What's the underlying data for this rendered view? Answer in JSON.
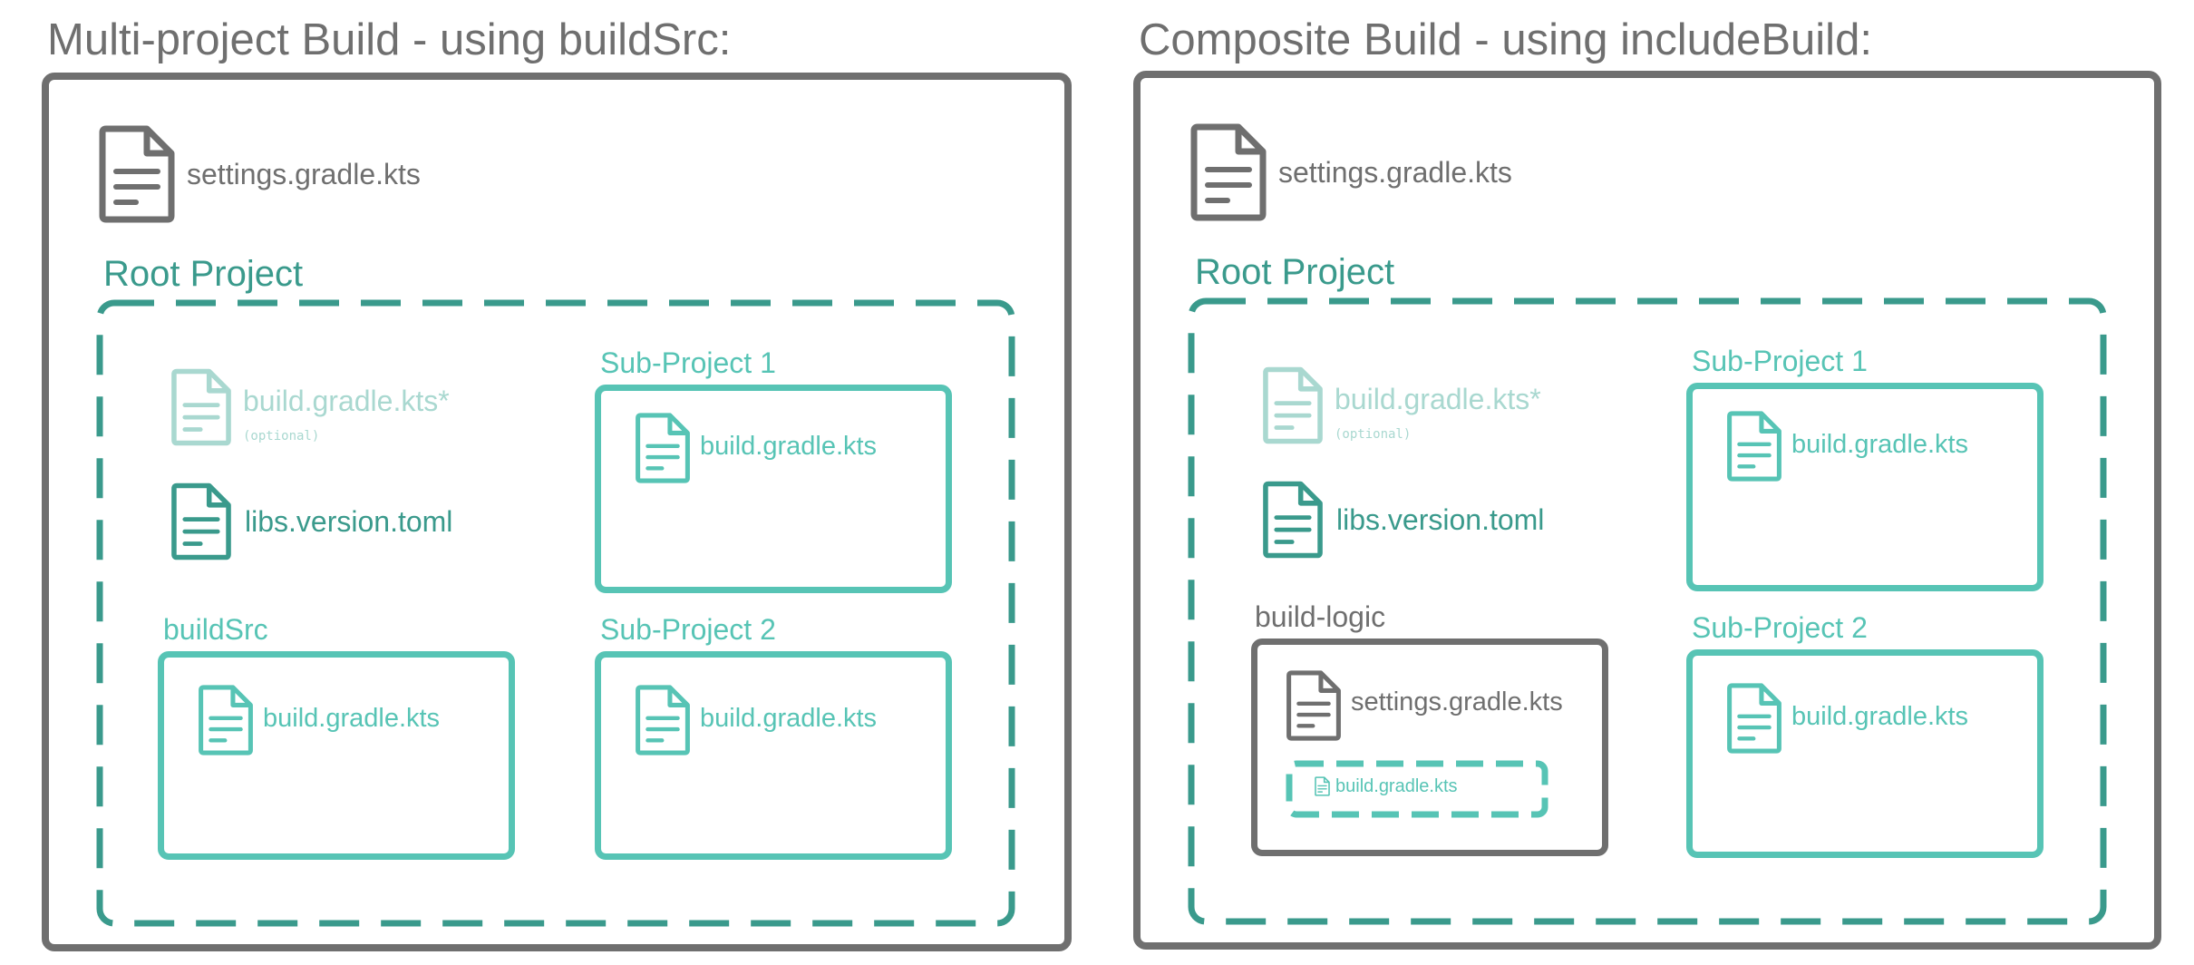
{
  "left": {
    "title": "Multi-project Build - using buildSrc:",
    "settings_file": "settings.gradle.kts",
    "root_label": "Root Project",
    "root_build_file": "build.gradle.kts*",
    "root_build_note": "(optional)",
    "libs_file": "libs.version.toml",
    "subprojects": [
      {
        "label": "Sub-Project 1",
        "file": "build.gradle.kts"
      },
      {
        "label": "Sub-Project 2",
        "file": "build.gradle.kts"
      }
    ],
    "buildsrc": {
      "label": "buildSrc",
      "file": "build.gradle.kts"
    }
  },
  "right": {
    "title": "Composite Build - using includeBuild:",
    "settings_file": "settings.gradle.kts",
    "root_label": "Root Project",
    "root_build_file": "build.gradle.kts*",
    "root_build_note": "(optional)",
    "libs_file": "libs.version.toml",
    "subprojects": [
      {
        "label": "Sub-Project 1",
        "file": "build.gradle.kts"
      },
      {
        "label": "Sub-Project 2",
        "file": "build.gradle.kts"
      }
    ],
    "build_logic": {
      "label": "build-logic",
      "settings_file": "settings.gradle.kts",
      "build_file": "build.gradle.kts"
    }
  },
  "colors": {
    "gray": "#6f6f6f",
    "teal_dark": "#3a9a8c",
    "teal": "#57c4b5",
    "teal_faded": "#a9d8d0"
  },
  "icons": [
    "file-icon"
  ]
}
